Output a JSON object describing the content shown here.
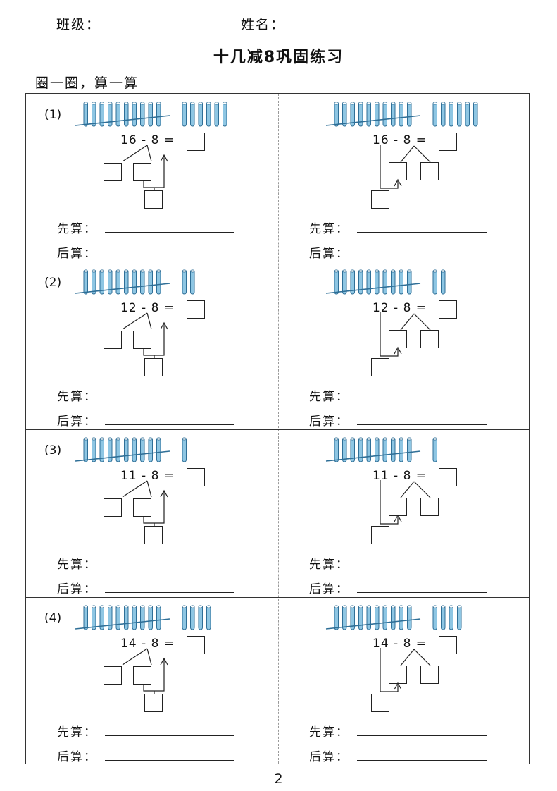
{
  "header": {
    "class_label": "班级：",
    "name_label": "姓名："
  },
  "title": "十几减8巩固练习",
  "instruction": "圈一圈，算一算",
  "problems": [
    {
      "number": "(1)",
      "left": {
        "equation": "16 - 8 =",
        "tens_sticks": 10,
        "ones_sticks": 6,
        "method": "break-subtrahend",
        "first_label": "先算：",
        "second_label": "后算："
      },
      "right": {
        "equation": "16 - 8 =",
        "tens_sticks": 10,
        "ones_sticks": 6,
        "method": "break-minuend",
        "first_label": "先算：",
        "second_label": "后算："
      }
    },
    {
      "number": "(2)",
      "left": {
        "equation": "12 - 8 =",
        "tens_sticks": 10,
        "ones_sticks": 2,
        "method": "break-subtrahend",
        "first_label": "先算：",
        "second_label": "后算："
      },
      "right": {
        "equation": "12 - 8 =",
        "tens_sticks": 10,
        "ones_sticks": 2,
        "method": "break-minuend",
        "first_label": "先算：",
        "second_label": "后算："
      }
    },
    {
      "number": "(3)",
      "left": {
        "equation": "11 - 8 =",
        "tens_sticks": 10,
        "ones_sticks": 1,
        "method": "break-subtrahend",
        "first_label": "先算：",
        "second_label": "后算："
      },
      "right": {
        "equation": "11 - 8 =",
        "tens_sticks": 10,
        "ones_sticks": 1,
        "method": "break-minuend",
        "first_label": "先算：",
        "second_label": "后算："
      }
    },
    {
      "number": "(4)",
      "left": {
        "equation": "14 - 8 =",
        "tens_sticks": 10,
        "ones_sticks": 4,
        "method": "break-subtrahend",
        "first_label": "先算：",
        "second_label": "后算："
      },
      "right": {
        "equation": "14 - 8 =",
        "tens_sticks": 10,
        "ones_sticks": 4,
        "method": "break-minuend",
        "first_label": "先算：",
        "second_label": "后算："
      }
    }
  ],
  "page_number": "2",
  "colors": {
    "stick_fill": "#8ec6e3",
    "stick_stroke": "#2f6f97",
    "line": "#222222"
  }
}
